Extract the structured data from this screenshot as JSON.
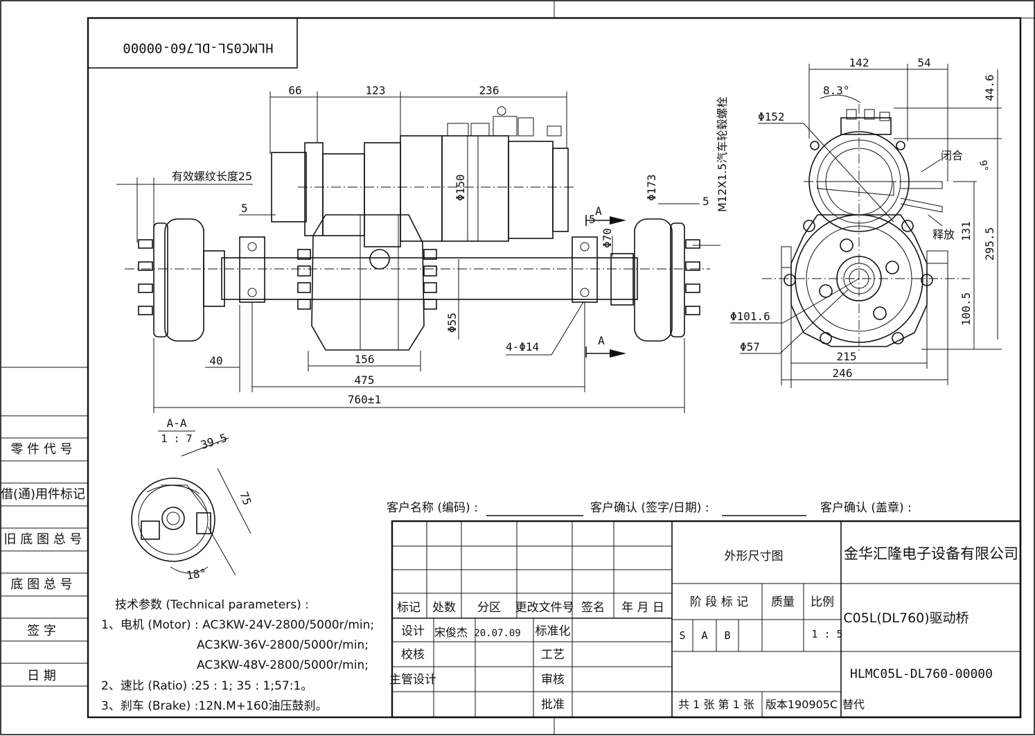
{
  "drawing_code_reversed": "HLMC05L-DL760-00000",
  "front_view": {
    "dims": {
      "d66": "66",
      "d123": "123",
      "d236": "236",
      "thread_len": "有效螺纹长度25",
      "d5_left": "5",
      "d150": "Φ150",
      "d173": "Φ173",
      "d70": "Φ70",
      "d55": "Φ55",
      "bolt_note": "M12X1.5汽车轮毂螺栓",
      "d5_right_top": "5",
      "d5_right": "5",
      "section_a_top": "A",
      "section_a_bottom": "A",
      "holes": "4-Φ14",
      "d40": "40",
      "d156": "156",
      "d475": "475",
      "d760": "760±1"
    }
  },
  "side_view": {
    "dims": {
      "d142": "142",
      "d54": "54",
      "angle": "8.3°",
      "d44_6": "44.6",
      "d152": "Φ152",
      "closed": "闭合",
      "angle2": "9°",
      "release": "释放",
      "d131": "131",
      "d295_5": "295.5",
      "d101_6": "Φ101.6",
      "d100_5": "100.5",
      "d57": "Φ57",
      "d215": "215",
      "d246": "246"
    }
  },
  "section_view": {
    "title": "A-A",
    "scale": "1 : 7",
    "d39_5": "39.5",
    "d75": "75",
    "d18": "18°"
  },
  "left_margin": {
    "labels": [
      "零 件 代 号",
      "借(通)用件标记",
      "旧 底 图 总 号",
      "底 图 总 号",
      "签   字",
      "日   期"
    ]
  },
  "tech_params": {
    "title": "技术参数 (Technical  parameters) :",
    "line1": "1、电机 (Motor) : AC3KW-24V-2800/5000r/min;",
    "line1b": "AC3KW-36V-2800/5000r/min;",
    "line1c": "AC3KW-48V-2800/5000r/min;",
    "line2": "2、速比 (Ratio) :25 : 1; 35 : 1;57:1。",
    "line3": "3、刹车 (Brake) :12N.M+160油压鼓刹。"
  },
  "customer": {
    "name": "客户名称 (编码) :",
    "confirm_sign": "客户确认 (签字/日期) :",
    "confirm_stamp": "客户确认 (盖章) :"
  },
  "title_block": {
    "headers": [
      "标记",
      "处数",
      "分区",
      "更改文件号",
      "签名",
      "年 月 日"
    ],
    "design_label": "设计",
    "designer": "宋俊杰",
    "design_date": "20.07.09",
    "standard": "标准化",
    "check": "校核",
    "process": "工艺",
    "lead_design": "主管设计",
    "review": "审核",
    "approve": "批准",
    "drawing_type": "外形尺寸图",
    "stage_mark": "阶 段 标 记",
    "weight": "质量",
    "ratio": "比例",
    "stage_s": "S",
    "stage_a": "A",
    "stage_b": "B",
    "scale": "1 : 5",
    "sheets": "共 1  张  第 1 张",
    "version": "版本190905C",
    "replace": "替代",
    "company": "金华汇隆电子设备有限公司",
    "product": "C05L(DL760)驱动桥",
    "code": "HLMC05L-DL760-00000"
  }
}
